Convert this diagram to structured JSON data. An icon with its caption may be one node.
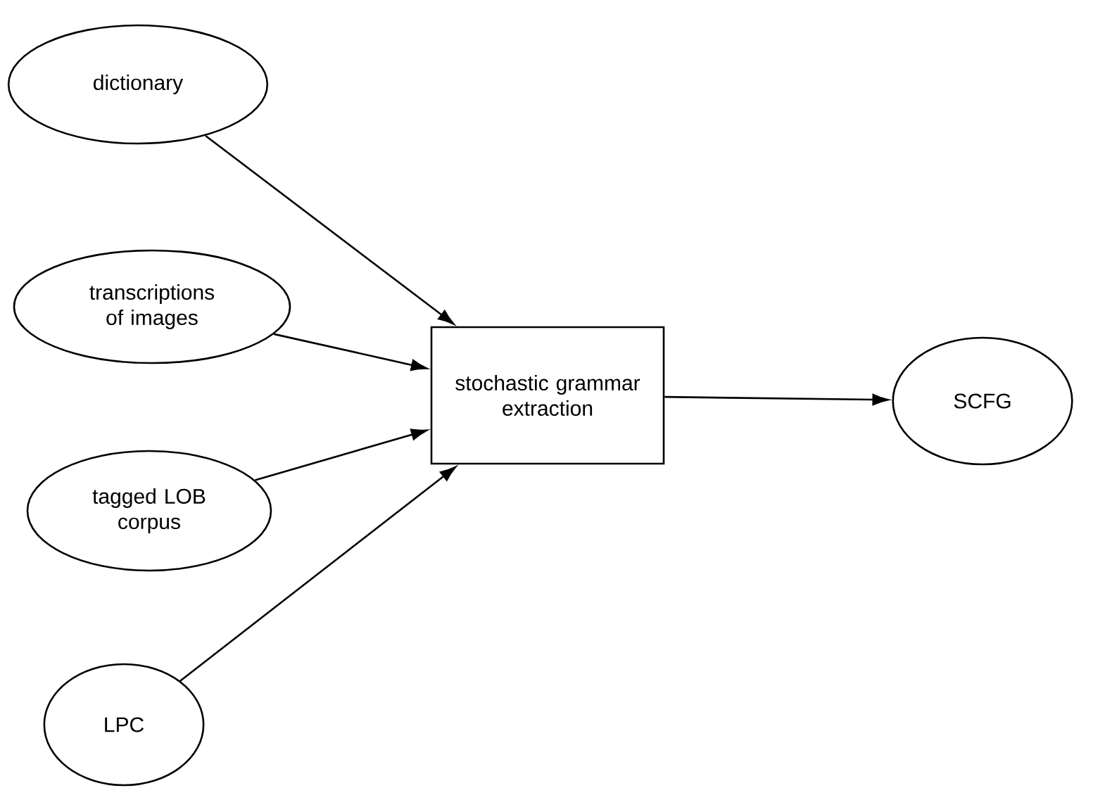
{
  "diagram": {
    "nodes": [
      {
        "text": [
          "dictionary"
        ]
      },
      {
        "text": [
          "transcriptions of images"
        ]
      },
      {
        "text": [
          "tagged LOB corpus"
        ]
      },
      {
        "text": [
          "LPC"
        ]
      },
      {
        "text": [
          "stochastic grammar extraction"
        ]
      },
      {
        "text": [
          "SCFG"
        ]
      }
    ],
    "edges": [
      {
        "from": 0,
        "to": 4,
        "arrow": "to"
      },
      {
        "from": 1,
        "to": 4,
        "arrow": "to"
      },
      {
        "from": 2,
        "to": 4,
        "arrow": "to"
      },
      {
        "from": 3,
        "to": 4,
        "arrow": "to"
      },
      {
        "from": 4,
        "to": 5,
        "arrow": "to"
      }
    ]
  }
}
